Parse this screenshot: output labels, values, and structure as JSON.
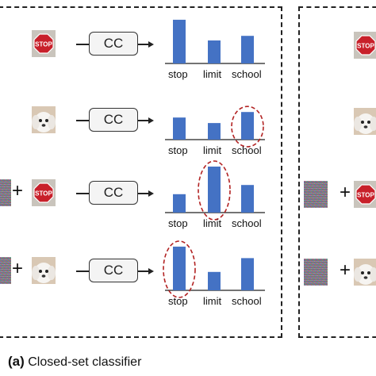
{
  "caption": {
    "label": "(a)",
    "text": "Closed-set classifier"
  },
  "classifier_label": "CC",
  "categories": [
    "stop",
    "limit",
    "school"
  ],
  "icons": {
    "stop_sign": "stop-sign-icon",
    "dog": "dog-icon",
    "noise": "noise-pattern"
  },
  "colors": {
    "bar": "#4472c4",
    "highlight": "#b22222",
    "border": "#222222"
  },
  "stop_sign_text": "STOP",
  "chart_data": [
    {
      "type": "bar",
      "input": "stop sign",
      "categories": [
        "stop",
        "limit",
        "school"
      ],
      "values": [
        0.95,
        0.5,
        0.6
      ],
      "highlight": null
    },
    {
      "type": "bar",
      "input": "dog",
      "categories": [
        "stop",
        "limit",
        "school"
      ],
      "values": [
        0.48,
        0.36,
        0.6
      ],
      "highlight": "school"
    },
    {
      "type": "bar",
      "input": "noise + stop sign",
      "categories": [
        "stop",
        "limit",
        "school"
      ],
      "values": [
        0.4,
        1.0,
        0.6
      ],
      "highlight": "limit"
    },
    {
      "type": "bar",
      "input": "noise + dog",
      "categories": [
        "stop",
        "limit",
        "school"
      ],
      "values": [
        0.95,
        0.4,
        0.7
      ],
      "highlight": "stop"
    }
  ]
}
